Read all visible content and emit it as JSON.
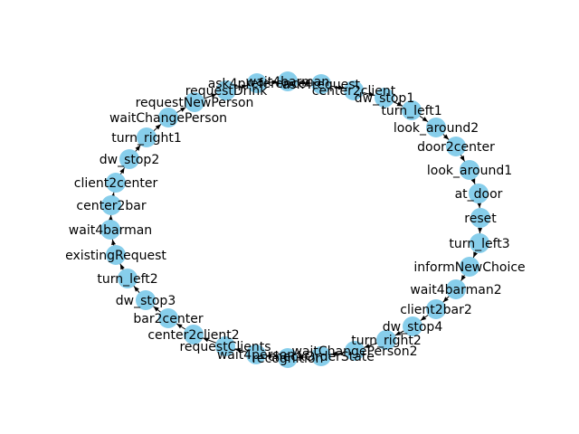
{
  "graph": {
    "nodes": [
      {
        "id": "wait4barman",
        "label": "wait4barman"
      },
      {
        "id": "ask4request",
        "label": "ask4request"
      },
      {
        "id": "center2client",
        "label": "center2client"
      },
      {
        "id": "dw_stop1",
        "label": "dw_stop1"
      },
      {
        "id": "turn_left1",
        "label": "turn_left1"
      },
      {
        "id": "look_around2",
        "label": "look_around2"
      },
      {
        "id": "door2center",
        "label": "door2center"
      },
      {
        "id": "look_around1",
        "label": "look_around1"
      },
      {
        "id": "at_door",
        "label": "at_door"
      },
      {
        "id": "reset",
        "label": "reset"
      },
      {
        "id": "turn_left3",
        "label": "turn_left3"
      },
      {
        "id": "informNewChoice",
        "label": "informNewChoice"
      },
      {
        "id": "wait4barman2",
        "label": "wait4barman2"
      },
      {
        "id": "client2bar2",
        "label": "client2bar2"
      },
      {
        "id": "dw_stop4",
        "label": "dw_stop4"
      },
      {
        "id": "turn_right2",
        "label": "turn_right2"
      },
      {
        "id": "waitChangePerson2",
        "label": "waitChangePerson2"
      },
      {
        "id": "checkOrderState",
        "label": "checkOrderState"
      },
      {
        "id": "recognition",
        "label": "recognition"
      },
      {
        "id": "wait4person",
        "label": "wait4person"
      },
      {
        "id": "requestClients",
        "label": "requestClients"
      },
      {
        "id": "center2client2",
        "label": "center2client2"
      },
      {
        "id": "bar2center",
        "label": "bar2center"
      },
      {
        "id": "dw_stop3",
        "label": "dw_stop3"
      },
      {
        "id": "turn_left2",
        "label": "turn_left2"
      },
      {
        "id": "existingRequest",
        "label": "existingRequest"
      },
      {
        "id": "wait4barman_b",
        "label": "wait4barman"
      },
      {
        "id": "center2bar",
        "label": "center2bar"
      },
      {
        "id": "client2center",
        "label": "client2center"
      },
      {
        "id": "dw_stop2",
        "label": "dw_stop2"
      },
      {
        "id": "turn_right1",
        "label": "turn_right1"
      },
      {
        "id": "waitChangePerson",
        "label": "waitChangePerson"
      },
      {
        "id": "requestNewPerson",
        "label": "requestNewPerson"
      },
      {
        "id": "requestDrink",
        "label": "requestDrink"
      },
      {
        "id": "ask4preference",
        "label": "ask4preference"
      }
    ]
  }
}
